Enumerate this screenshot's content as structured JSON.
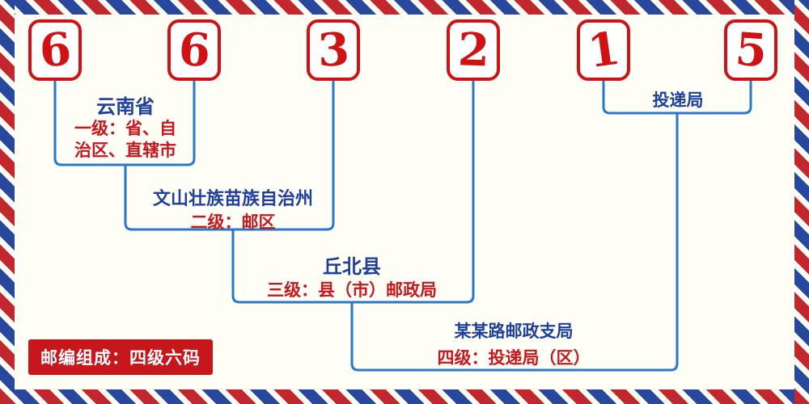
{
  "postal_code": {
    "digits": [
      "6",
      "6",
      "3",
      "2",
      "1",
      "5"
    ]
  },
  "levels": [
    {
      "name": "云南省",
      "desc": "一级：省、自治区、直辖市"
    },
    {
      "name": "文山壮族苗族自治州",
      "desc": "二级：邮区"
    },
    {
      "name": "丘北县",
      "desc": "三级：县（市）邮政局"
    },
    {
      "name": "某某路邮政支局",
      "desc": "四级：投递局（区）"
    }
  ],
  "delivery_label": "投递局",
  "footer_badge": "邮编组成：四级六码",
  "colors": {
    "digit_red": "#d01215",
    "label_blue": "#1e3f9e",
    "desc_red": "#c8161d",
    "line_blue": "#2878c8",
    "border_stripe_red": "#c3272e",
    "border_stripe_blue": "#27489c",
    "background": "#fffef6",
    "badge_bg": "#c8161d",
    "badge_text": "#ffffff"
  }
}
